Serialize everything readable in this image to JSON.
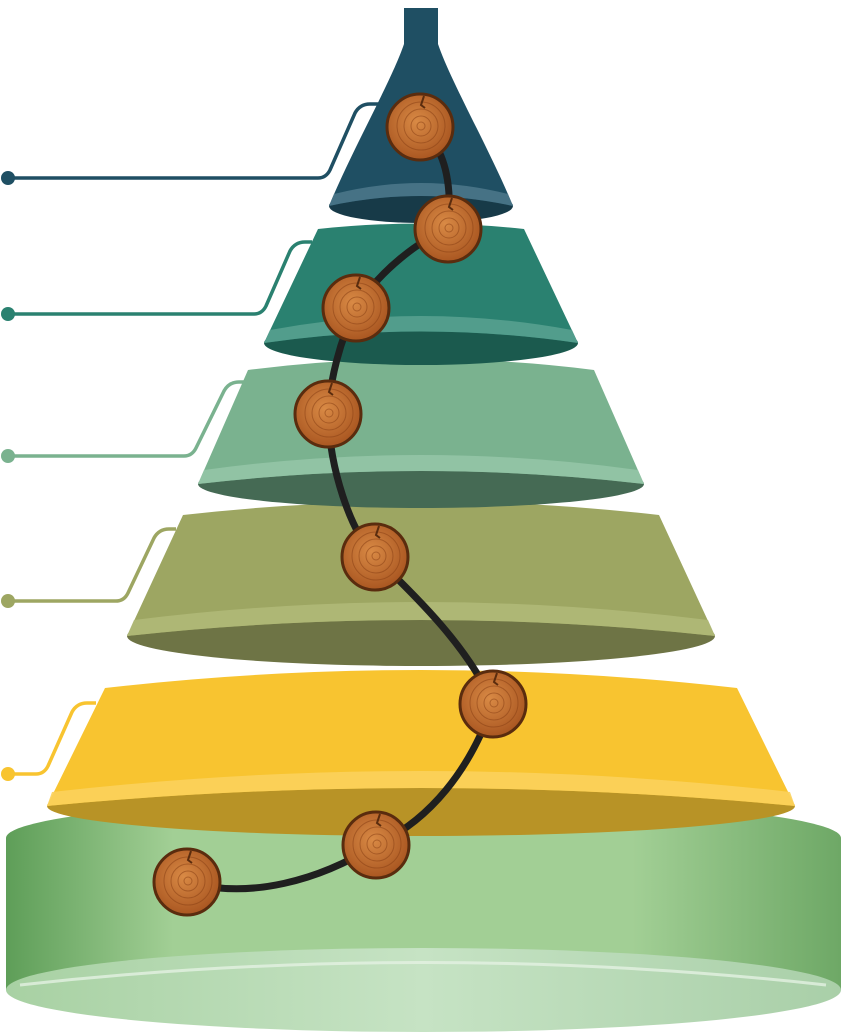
{
  "diagram": {
    "type": "layered-cone",
    "tiers": [
      {
        "tier": 1,
        "color": "#1f4f63",
        "dark": "#173a48",
        "rim": "#4a7588",
        "callout_color": "#1f4f63"
      },
      {
        "tier": 2,
        "color": "#2a8170",
        "dark": "#1b5a4e",
        "rim": "#56a08f",
        "callout_color": "#2a8170"
      },
      {
        "tier": 3,
        "color": "#7ab28f",
        "dark": "#456a54",
        "rim": "#94c4a6",
        "callout_color": "#7ab28f"
      },
      {
        "tier": 4,
        "color": "#9da662",
        "dark": "#6e7445",
        "rim": "#b0b978",
        "callout_color": "#9da662"
      },
      {
        "tier": 5,
        "color": "#f8c430",
        "dark": "#b89326",
        "rim": "#fbd25c",
        "callout_color": "#f8c430"
      }
    ],
    "base": {
      "color_light": "#a2cf95",
      "color_edge": "#5e9e58",
      "top_color": "#c3e0c3"
    },
    "path": {
      "color": "#1f1f1f",
      "markers": 8,
      "marker_fill": "#c0682b",
      "marker_ring": "#5a2c0e",
      "marker_icon": "wood-log-icon"
    }
  }
}
